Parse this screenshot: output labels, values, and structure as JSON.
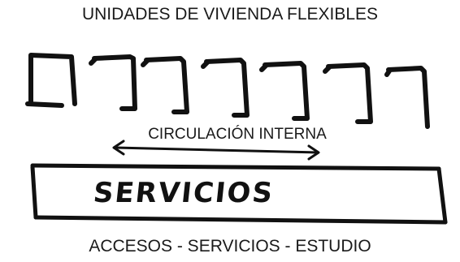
{
  "title": "UNIDADES DE VIVIENDA FLEXIBLES",
  "circulation_label": "CIRCULACIÓN INTERNA",
  "services_label": "SERVICIOS",
  "bottom_label": "ACCESOS - SERVICIOS - ESTUDIO",
  "colors": {
    "ink": "#111111",
    "background": "#ffffff"
  }
}
